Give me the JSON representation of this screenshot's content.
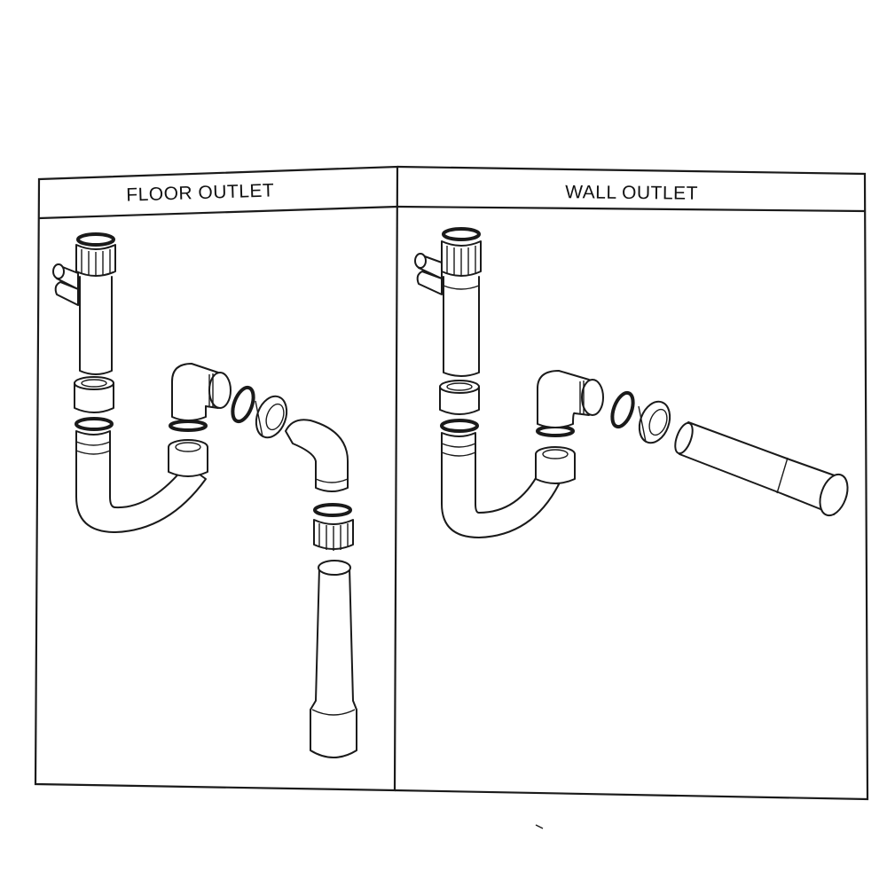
{
  "panels": [
    {
      "title": "FLOOR OUTLET",
      "icon": "floor-outlet-siphon-assembly"
    },
    {
      "title": "WALL OUTLET",
      "icon": "wall-outlet-siphon-assembly"
    }
  ],
  "colors": {
    "line": "#1a1a1a",
    "background": "#ffffff"
  }
}
